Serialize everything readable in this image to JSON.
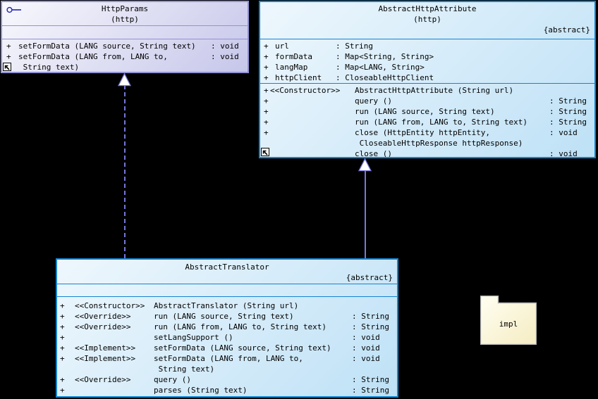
{
  "diagram": {
    "tool": "uml-class-diagram",
    "background": "#000000",
    "colors": {
      "interface_border": "#9292d4",
      "interface_fill_top": "#f8f8fd",
      "interface_fill_bottom": "#c6c6ea",
      "class_border": "#1583cf",
      "class_fill_top": "#eef7fd",
      "class_fill_bottom": "#bee1f6",
      "link": "#7575db",
      "package_fill": "#fdf7d8",
      "package_border": "#b2b2b2"
    }
  },
  "httpParams": {
    "title": "HttpParams",
    "package": "(http)",
    "methods": [
      {
        "v": "+",
        "n": "setFormData (LANG source, String text)",
        "t": ": void"
      },
      {
        "v": "+",
        "n": "setFormData (LANG from, LANG to,",
        "t": ": void"
      },
      {
        "v": "",
        "n": " String text)",
        "t": ""
      }
    ]
  },
  "abstractHttpAttribute": {
    "title": "AbstractHttpAttribute",
    "package": "(http)",
    "modifier": "{abstract}",
    "attributes": [
      {
        "v": "+",
        "n": "url",
        "t": ": String"
      },
      {
        "v": "+",
        "n": "formData",
        "t": ": Map<String, String>"
      },
      {
        "v": "+",
        "n": "langMap",
        "t": ": Map<LANG, String>"
      },
      {
        "v": "+",
        "n": "httpClient",
        "t": ": CloseableHttpClient"
      }
    ],
    "methods": [
      {
        "v": "+",
        "s": "<<Constructor>>",
        "n": "AbstractHttpAttribute (String url)",
        "t": ""
      },
      {
        "v": "+",
        "s": "",
        "n": "query ()",
        "t": ": String"
      },
      {
        "v": "+",
        "s": "",
        "n": "run (LANG source, String text)",
        "t": ": String"
      },
      {
        "v": "+",
        "s": "",
        "n": "run (LANG from, LANG to, String text)",
        "t": ": String"
      },
      {
        "v": "+",
        "s": "",
        "n": "close (HttpEntity httpEntity,",
        "t": ": void"
      },
      {
        "v": "",
        "s": "",
        "n": " CloseableHttpResponse httpResponse)",
        "t": ""
      },
      {
        "v": "+",
        "s": "",
        "n": "close ()",
        "t": ": void"
      }
    ]
  },
  "abstractTranslator": {
    "title": "AbstractTranslator",
    "modifier": "{abstract}",
    "methods": [
      {
        "v": "+",
        "s": "<<Constructor>>",
        "n": "AbstractTranslator (String url)",
        "t": ""
      },
      {
        "v": "+",
        "s": "<<Override>>",
        "n": "run (LANG source, String text)",
        "t": ": String"
      },
      {
        "v": "+",
        "s": "<<Override>>",
        "n": "run (LANG from, LANG to, String text)",
        "t": ": String"
      },
      {
        "v": "+",
        "s": "",
        "n": "setLangSupport ()",
        "t": ": void"
      },
      {
        "v": "+",
        "s": "<<Implement>>",
        "n": "setFormData (LANG source, String text)",
        "t": ": void"
      },
      {
        "v": "+",
        "s": "<<Implement>>",
        "n": "setFormData (LANG from, LANG to,",
        "t": ": void"
      },
      {
        "v": "",
        "s": "",
        "n": " String text)",
        "t": ""
      },
      {
        "v": "+",
        "s": "<<Override>>",
        "n": "query ()",
        "t": ": String"
      },
      {
        "v": "+",
        "s": "",
        "n": "parses (String text)",
        "t": ": String"
      }
    ]
  },
  "packageImpl": {
    "label": "impl"
  },
  "relations": [
    {
      "kind": "realization",
      "from": "AbstractTranslator",
      "to": "HttpParams",
      "line": "dashed"
    },
    {
      "kind": "generalization",
      "from": "AbstractTranslator",
      "to": "AbstractHttpAttribute",
      "line": "solid"
    }
  ]
}
